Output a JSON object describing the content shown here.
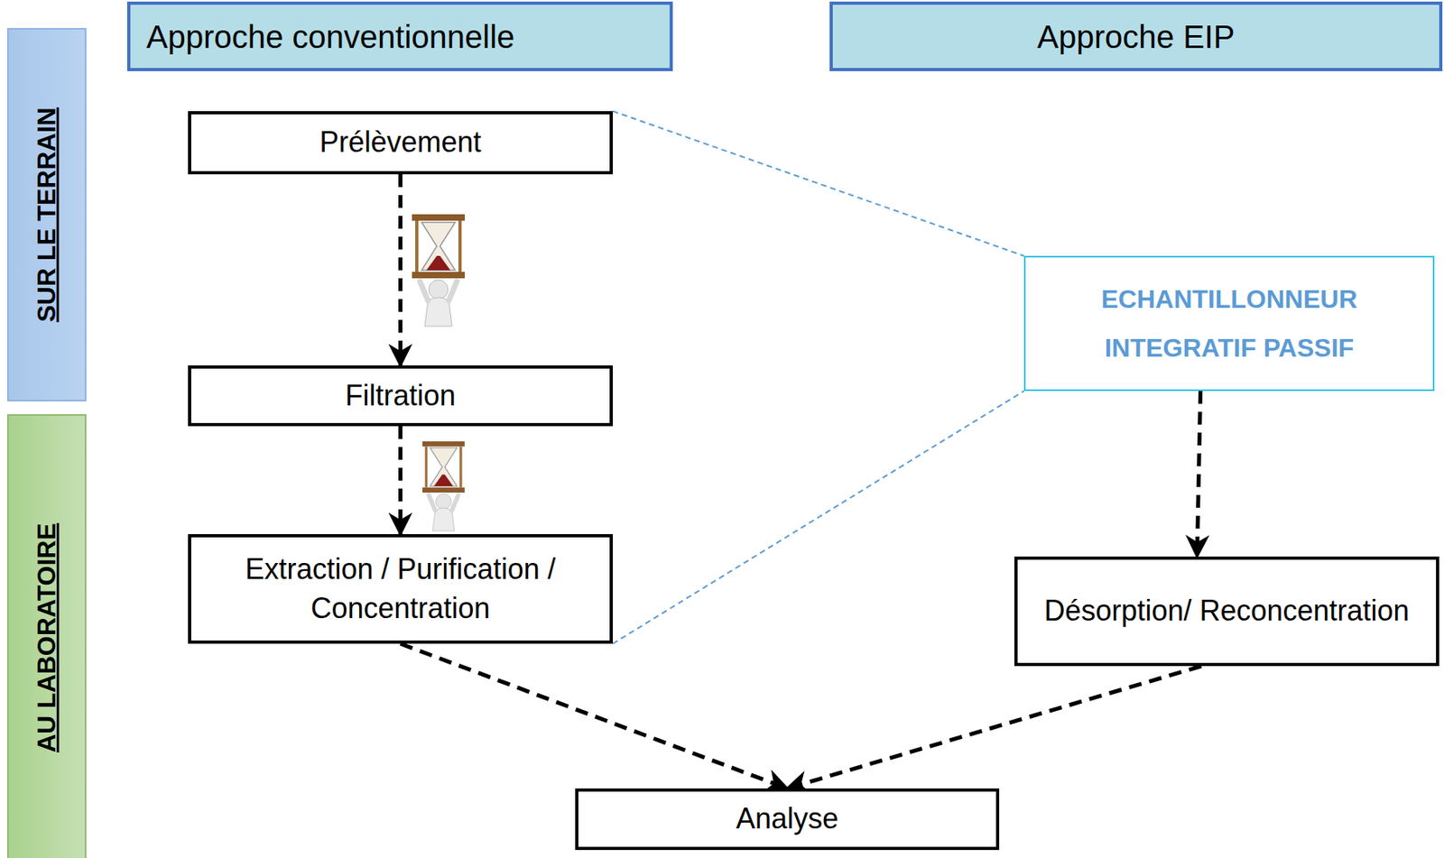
{
  "diagram": {
    "nodes": [
      {
        "text": [
          "SUR LE TERRAIN"
        ]
      },
      {
        "text": [
          "AU LABORATOIRE"
        ]
      },
      {
        "text": [
          "Approche conventionnelle"
        ]
      },
      {
        "text": [
          "Approche EIP"
        ]
      },
      {
        "text": [
          "Prélèvement"
        ]
      },
      {
        "text": [
          "Filtration"
        ]
      },
      {
        "text": [
          "Extraction / Purification / Concentration"
        ]
      },
      {
        "text": [
          "ECHANTILLONNEUR INTEGRATIF PASSIF"
        ]
      },
      {
        "text": [
          "Désorption/ Reconcentration"
        ]
      },
      {
        "text": [
          "Analyse"
        ]
      }
    ],
    "edges": [
      {
        "from": 4,
        "to": 5,
        "arrow": "to"
      },
      {
        "from": 5,
        "to": 6,
        "arrow": "to"
      },
      {
        "from": 6,
        "to": 9,
        "arrow": "to"
      },
      {
        "from": 7,
        "to": 8,
        "arrow": "to"
      },
      {
        "from": 8,
        "to": 9,
        "arrow": "to"
      },
      {
        "from": 4,
        "to": 7,
        "arrow": "none"
      },
      {
        "from": 6,
        "to": 7,
        "arrow": "none"
      }
    ]
  }
}
